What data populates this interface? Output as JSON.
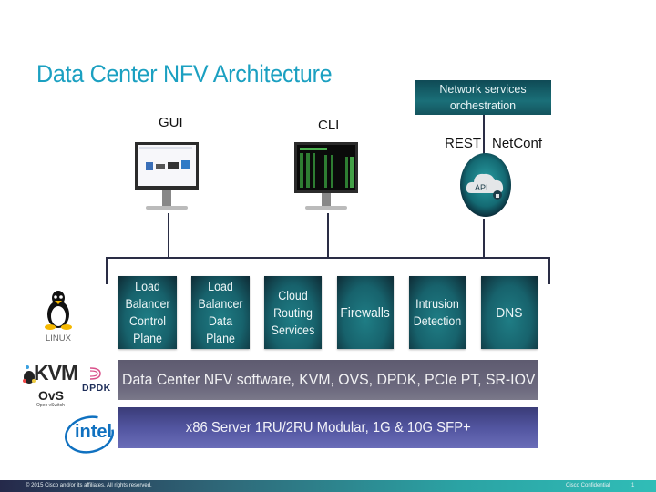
{
  "title": "Data Center NFV Architecture",
  "clients": {
    "gui_label": "GUI",
    "cli_label": "CLI"
  },
  "orchestration": {
    "box_label": "Network services orchestration",
    "rest_label": "REST",
    "netconf_label": "NetConf",
    "api_label": "API"
  },
  "services": [
    {
      "label": "Load Balancer Control Plane"
    },
    {
      "label": "Load Balancer Data Plane"
    },
    {
      "label": "Cloud Routing Services"
    },
    {
      "label": "Firewalls"
    },
    {
      "label": "Intrusion Detection"
    },
    {
      "label": "DNS"
    }
  ],
  "layers": {
    "software": "Data Center NFV software, KVM, OVS, DPDK, PCIe PT, SR-IOV",
    "hardware": "x86 Server 1RU/2RU Modular, 1G & 10G SFP+"
  },
  "logos": {
    "linux": "LINUX",
    "kvm": "KVM",
    "ovs": "OvS",
    "ovs_sub": "Open vSwitch",
    "dpdk": "DPDK",
    "intel": "intel"
  },
  "colors": {
    "title": "#1ba0c1",
    "service_box": "#17626c",
    "software_bar": "#6c697e",
    "hardware_bar": "#5255a0"
  },
  "footer": {
    "copyright": "© 2015  Cisco and/or its affiliates. All rights reserved.",
    "confidential": "Cisco Confidential",
    "page_number": "1"
  }
}
